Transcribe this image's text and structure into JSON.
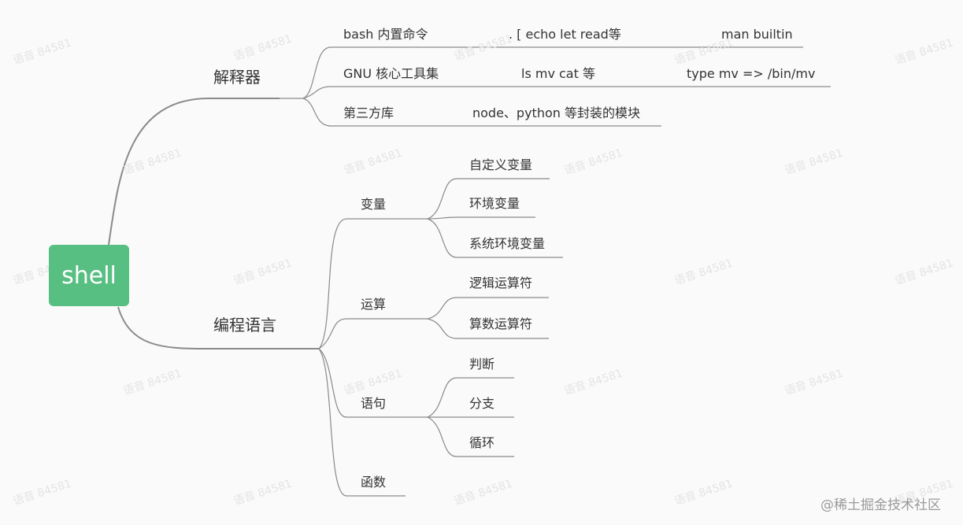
{
  "root": "shell",
  "branches": {
    "interpreter": {
      "label": "解释器",
      "children": [
        {
          "label": "bash 内置命令",
          "examples": ".  [   echo   let   read等",
          "note": "man builtin"
        },
        {
          "label": "GNU 核心工具集",
          "examples": "ls    mv   cat  等",
          "note": "type mv =>   /bin/mv"
        },
        {
          "label": "第三方库",
          "examples": "node、python 等封装的模块"
        }
      ]
    },
    "language": {
      "label": "编程语言",
      "children": [
        {
          "label": "变量",
          "children": [
            "自定义变量",
            "环境变量",
            "系统环境变量"
          ]
        },
        {
          "label": "运算",
          "children": [
            "逻辑运算符",
            "算数运算符"
          ]
        },
        {
          "label": "语句",
          "children": [
            "判断",
            "分支",
            "循环"
          ]
        },
        {
          "label": "函数"
        }
      ]
    }
  },
  "watermark": "语音 84581",
  "credit": "@稀土掘金技术社区",
  "colors": {
    "root_fill": "#58bf82",
    "line": "#8a8a8a",
    "text": "#333333",
    "watermark": "#e4e4e4"
  }
}
